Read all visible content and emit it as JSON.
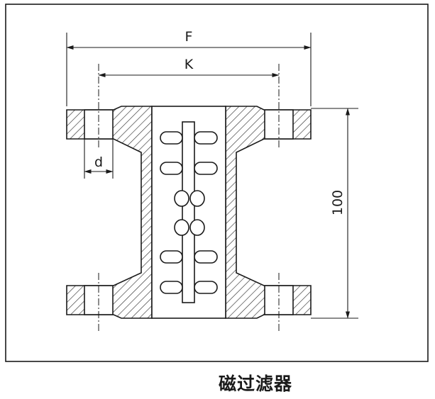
{
  "labels": {
    "dim_F": "F",
    "dim_K": "K",
    "dim_d": "d",
    "dim_height": "100"
  },
  "caption": "磁过滤器",
  "colors": {
    "line": "#1a1a1a",
    "hatch": "#333333",
    "background": "#ffffff"
  }
}
